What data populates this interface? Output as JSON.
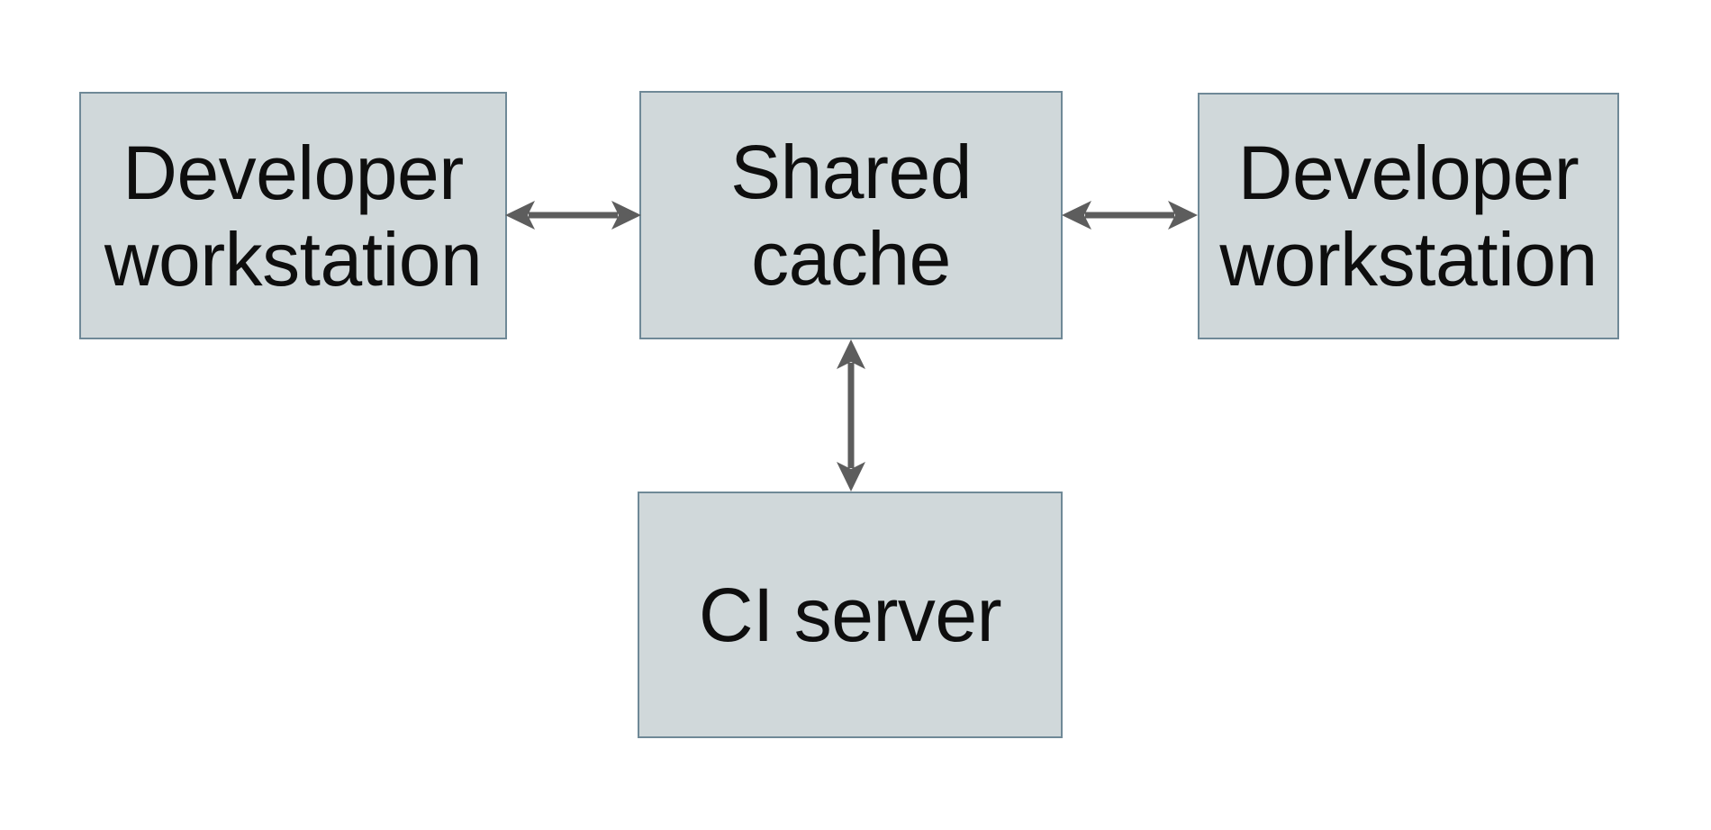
{
  "diagram": {
    "background_color": "#ffffff",
    "node_fill_color": "#d0d8da",
    "node_border_color": "#6f8997",
    "arrow_color": "#5d5d5d",
    "text_color": "#0e0e0e",
    "nodes": [
      {
        "id": "developer-workstation-left",
        "label": "Developer workstation",
        "lines": [
          "Developer",
          "workstation"
        ]
      },
      {
        "id": "shared-cache",
        "label": "Shared cache",
        "lines": [
          "Shared",
          "cache"
        ]
      },
      {
        "id": "developer-workstation-right",
        "label": "Developer workstation",
        "lines": [
          "Developer",
          "workstation"
        ]
      },
      {
        "id": "ci-server",
        "label": "CI server",
        "lines": [
          "CI server"
        ]
      }
    ],
    "edges": [
      {
        "from": "developer-workstation-left",
        "to": "shared-cache",
        "direction": "bidirectional",
        "orientation": "horizontal"
      },
      {
        "from": "shared-cache",
        "to": "developer-workstation-right",
        "direction": "bidirectional",
        "orientation": "horizontal"
      },
      {
        "from": "shared-cache",
        "to": "ci-server",
        "direction": "bidirectional",
        "orientation": "vertical"
      }
    ]
  }
}
